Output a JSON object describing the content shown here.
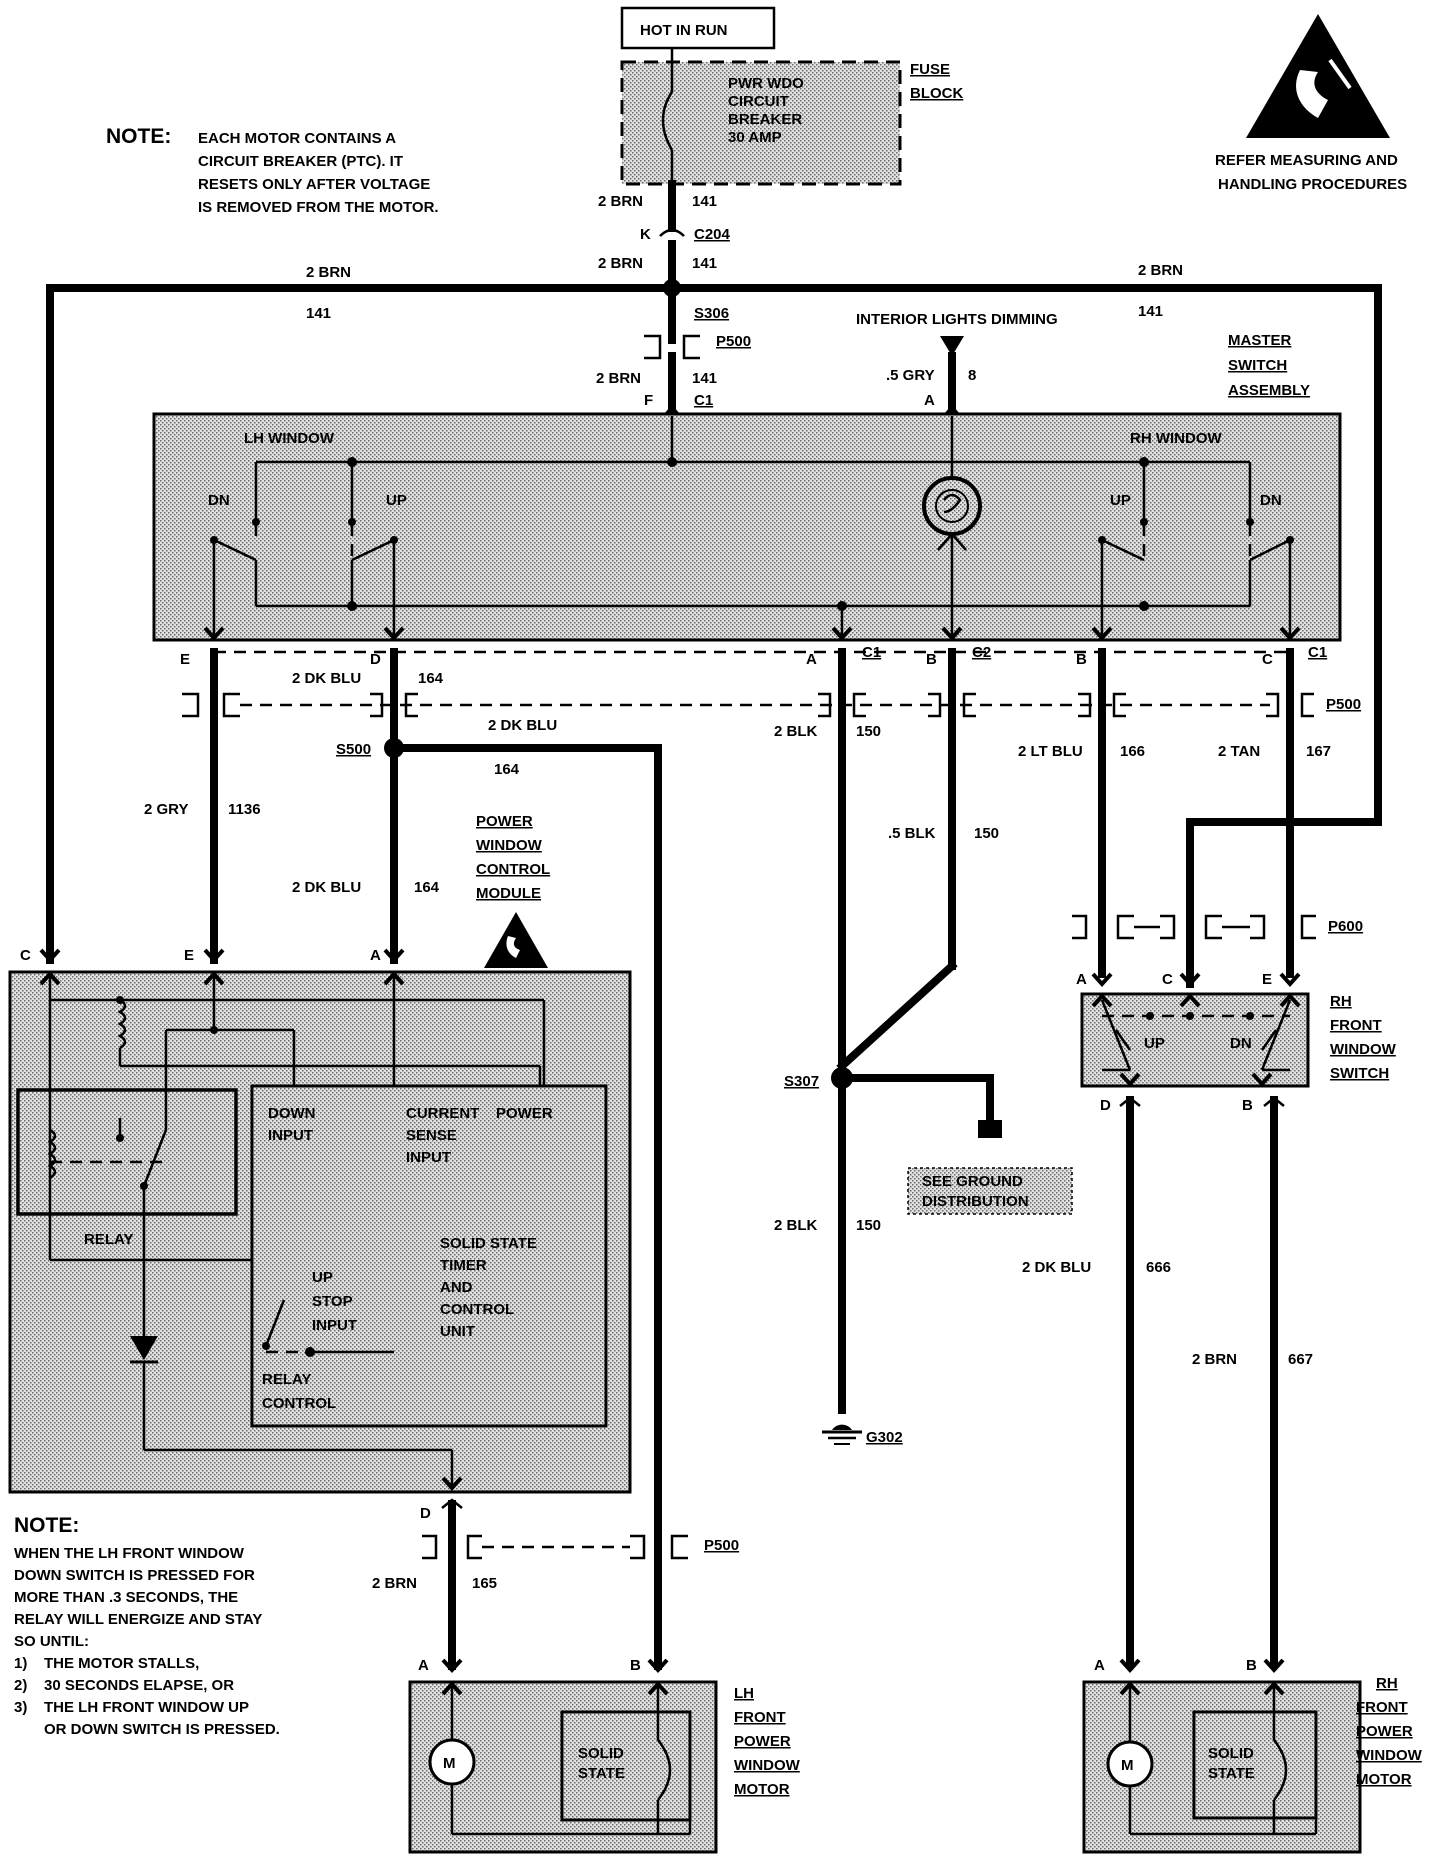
{
  "header": {
    "hot_in_run": "HOT IN RUN",
    "fuse_block": [
      "FUSE",
      "BLOCK"
    ],
    "breaker": [
      "PWR WDO",
      "CIRCUIT",
      "BREAKER",
      "30 AMP"
    ],
    "esd_caption": [
      "REFER MEASURING AND",
      "HANDLING PROCEDURES"
    ]
  },
  "notes": {
    "top_title": "NOTE:",
    "top_lines": [
      "EACH MOTOR CONTAINS A",
      "CIRCUIT BREAKER (PTC). IT",
      "RESETS ONLY AFTER VOLTAGE",
      "IS REMOVED FROM THE MOTOR."
    ],
    "bottom_title": "NOTE:",
    "bottom_lines": [
      "WHEN THE LH FRONT WINDOW",
      "DOWN SWITCH IS PRESSED FOR",
      "MORE THAN .3 SECONDS, THE",
      "RELAY WILL ENERGIZE AND STAY",
      "SO UNTIL:"
    ],
    "bottom_list": [
      {
        "n": "1)",
        "text": "THE MOTOR STALLS,"
      },
      {
        "n": "2)",
        "text": "30 SECONDS ELAPSE, OR"
      },
      {
        "n": "3)",
        "text": "THE LH FRONT WINDOW UP"
      }
    ],
    "bottom_list_cont": "OR DOWN SWITCH IS PRESSED."
  },
  "connectors": {
    "c204": "C204",
    "s306": "S306",
    "p500": "P500",
    "c1": "C1",
    "c2": "C2",
    "s500": "S500",
    "p600": "P600",
    "s307": "S307",
    "g302": "G302"
  },
  "wires": {
    "brn2": "2 BRN",
    "c141": "141",
    "gry5": ".5 GRY",
    "c8": "8",
    "dkblu2": "2 DK BLU",
    "c164": "164",
    "blk2": "2 BLK",
    "c150": "150",
    "ltblu2": "2 LT BLU",
    "c166": "166",
    "tan2": "2 TAN",
    "c167": "167",
    "gry2": "2 GRY",
    "c1136": "1136",
    "blk5": ".5 BLK",
    "c165": "165",
    "c666": "666",
    "c667": "667"
  },
  "pins": {
    "A": "A",
    "B": "B",
    "C": "C",
    "D": "D",
    "E": "E",
    "F": "F",
    "K": "K"
  },
  "master_switch": {
    "title": [
      "MASTER",
      "SWITCH",
      "ASSEMBLY"
    ],
    "lh": "LH WINDOW",
    "rh": "RH WINDOW",
    "dn": "DN",
    "up": "UP",
    "dimming": "INTERIOR LIGHTS DIMMING"
  },
  "module": {
    "title": [
      "POWER",
      "WINDOW",
      "CONTROL",
      "MODULE"
    ],
    "relay": "RELAY",
    "down_input": [
      "DOWN",
      "INPUT"
    ],
    "current_sense": [
      "CURRENT",
      "SENSE",
      "INPUT"
    ],
    "power": "POWER",
    "solid_state": [
      "SOLID STATE",
      "TIMER",
      "AND",
      "CONTROL",
      "UNIT"
    ],
    "up_stop": [
      "UP",
      "STOP",
      "INPUT"
    ],
    "relay_control": [
      "RELAY",
      "CONTROL"
    ]
  },
  "ground": {
    "see": [
      "SEE GROUND",
      "DISTRIBUTION"
    ]
  },
  "rh_switch": {
    "title": [
      "RH",
      "FRONT",
      "WINDOW",
      "SWITCH"
    ],
    "up": "UP",
    "dn": "DN"
  },
  "lh_motor": {
    "title": [
      "LH",
      "FRONT",
      "POWER",
      "WINDOW",
      "MOTOR"
    ],
    "m": "M",
    "solid": [
      "SOLID",
      "STATE"
    ]
  },
  "rh_motor": {
    "title": [
      "RH",
      "FRONT",
      "POWER",
      "WINDOW",
      "MOTOR"
    ],
    "m": "M",
    "solid": [
      "SOLID",
      "STATE"
    ]
  }
}
